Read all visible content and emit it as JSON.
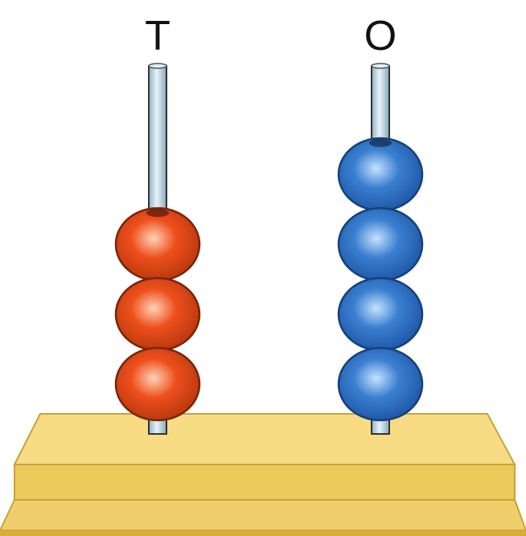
{
  "rods": [
    {
      "label": "T",
      "bead_count": 3,
      "bead_color": "orange",
      "bead_colors": {
        "base": "#ee4f1c",
        "light": "#ffd2b8",
        "dark": "#b8380e",
        "edge": "#7a2408"
      }
    },
    {
      "label": "O",
      "bead_count": 4,
      "bead_color": "blue",
      "bead_colors": {
        "base": "#3a7fd0",
        "light": "#c6e2ff",
        "dark": "#1f57a6",
        "edge": "#14407d"
      }
    }
  ],
  "colors": {
    "base_top": "#f7dc83",
    "base_front": "#edc95c",
    "base_shadow": "#d8ac36",
    "rod": "#b7cfdc",
    "outline": "#333333"
  }
}
